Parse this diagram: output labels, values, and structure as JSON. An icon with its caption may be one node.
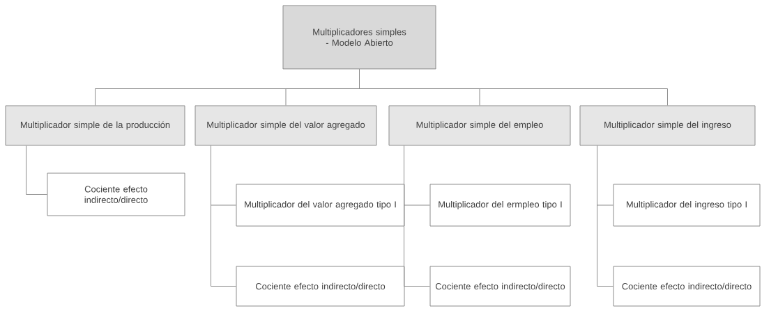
{
  "diagram": {
    "nodes": [
      {
        "text": [
          "Multiplicadores simples - Modelo Abierto"
        ]
      },
      {
        "text": [
          "Multiplicador simple de la producción"
        ]
      },
      {
        "text": [
          "Multiplicador simple del valor agregado"
        ]
      },
      {
        "text": [
          "Multiplicador simple del empleo"
        ]
      },
      {
        "text": [
          "Multiplicador simple del ingreso"
        ]
      },
      {
        "text": [
          "Cociente efecto indirecto/directo"
        ]
      },
      {
        "text": [
          "Multiplicador del valor agregado tipo I"
        ]
      },
      {
        "text": [
          "Cociente efecto indirecto/directo"
        ]
      },
      {
        "text": [
          "Multiplicador del ermpleo tipo I"
        ]
      },
      {
        "text": [
          "Cociente efecto indirecto/directo"
        ]
      },
      {
        "text": [
          "Multiplicador del ingreso tipo I"
        ]
      },
      {
        "text": [
          "Cociente efecto indirecto/directo"
        ]
      }
    ],
    "edges": [
      {
        "from": 0,
        "to": 1,
        "arrow": "none"
      },
      {
        "from": 0,
        "to": 2,
        "arrow": "none"
      },
      {
        "from": 0,
        "to": 3,
        "arrow": "none"
      },
      {
        "from": 0,
        "to": 4,
        "arrow": "none"
      },
      {
        "from": 1,
        "to": 5,
        "arrow": "none"
      },
      {
        "from": 2,
        "to": 6,
        "arrow": "none"
      },
      {
        "from": 2,
        "to": 7,
        "arrow": "none"
      },
      {
        "from": 3,
        "to": 8,
        "arrow": "none"
      },
      {
        "from": 3,
        "to": 9,
        "arrow": "none"
      },
      {
        "from": 4,
        "to": 10,
        "arrow": "none"
      },
      {
        "from": 4,
        "to": 11,
        "arrow": "none"
      }
    ]
  }
}
